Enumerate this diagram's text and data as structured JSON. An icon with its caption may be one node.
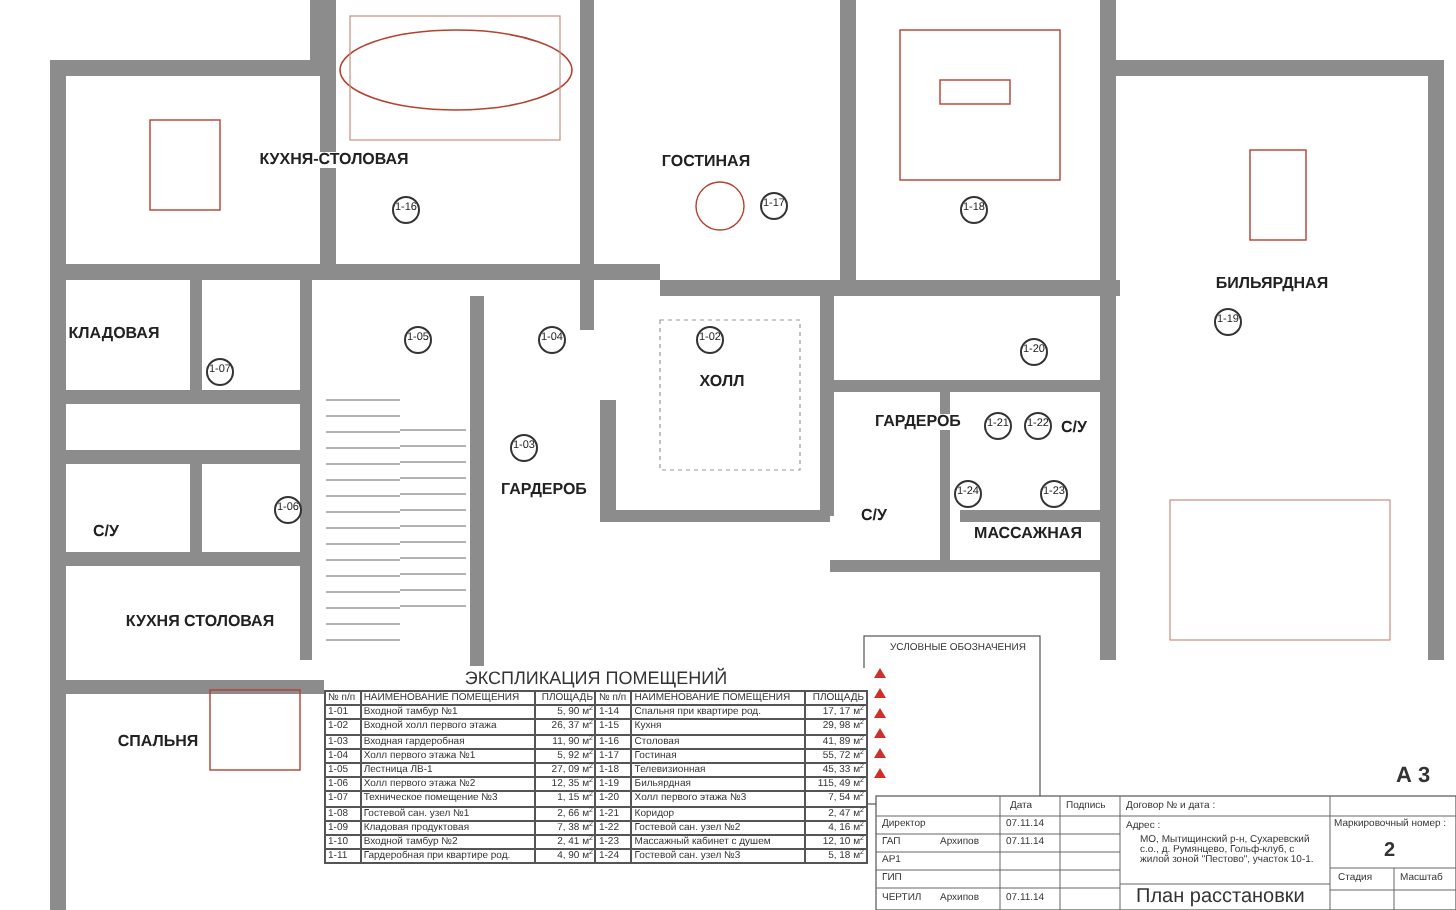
{
  "diagram": {
    "labels": [
      "КУХНЯ-СТОЛОВАЯ",
      "ГОСТИНАЯ",
      "БИЛЬЯРДНАЯ",
      "КЛАДОВАЯ",
      "ХОЛЛ",
      "ГАРДЕРОБ",
      "С/У",
      "ГАРДЕРОБ",
      "С/У",
      "С/У",
      "МАССАЖНАЯ",
      "КУХНЯ СТОЛОВАЯ",
      "СПАЛЬНЯ",
      "1-16",
      "1-17",
      "1-18",
      "1-19",
      "1-20",
      "1-05",
      "1-04",
      "1-02",
      "1-07",
      "1-03",
      "1-21",
      "1-22",
      "1-24",
      "1-23",
      "1-06",
      "ЭКСПЛИКАЦИЯ ПОМЕЩЕНИЙ",
      "№ п/п",
      "НАИМЕНОВАНИЕ ПОМЕЩЕНИЯ",
      "ПЛОЩАДЬ",
      "№ п/п",
      "НАИМЕНОВАНИЕ ПОМЕЩЕНИЯ",
      "ПЛОЩАДЬ",
      "1-01",
      "Входной тамбур №1",
      "5, 90 м$^{2}$",
      "1-14",
      "Спальня при квартире род.",
      "17, 17 м$^{2}$",
      "1-02",
      "Входной холл первого этажа",
      "26, 37 м$^{2}$",
      "1-15",
      "Кухня",
      "29, 98 м$^{2}$",
      "1-03",
      "Входная гардеробная",
      "11, 90 м$^{2}$",
      "1-16",
      "Столовая",
      "41, 89 м$^{2}$",
      "1-04",
      "Холл первого этажа №1",
      "5, 92 м$^{2}$",
      "1-17",
      "Гостиная",
      "55, 72 м$^{2}$",
      "1-05",
      "Лестница ЛВ-1",
      "27, 09 м$^{2}$",
      "1-18",
      "Телевизионная",
      "45, 33 м$^{2}$",
      "1-06",
      "Холл первого этажа №2",
      "12, 35 м$^{2}$",
      "1-19",
      "Бильярдная",
      "115, 49 м$^{2}$",
      "1-07",
      "Техническое помещение №3",
      "1, 15 м$^{2}$",
      "1-20",
      "Холл первого этажа №3",
      "7, 54 м$^{2}$",
      "1-08",
      "Гостевой сан. узел №1",
      "2, 66 м$^{2}$",
      "1-21",
      "Коридор",
      "2, 47 м$^{2}$",
      "1-09",
      "Кладовая продуктовая",
      "7, 38 м$^{2}$",
      "1-22",
      "Гостевой сан. узел №2",
      "4, 16 м$^{2}$",
      "1-10",
      "Входной тамбур №2",
      "2, 41 м$^{2}$",
      "1-23",
      "Массажный кабинет с душем",
      "12, 10 м$^{2}$",
      "1-11",
      "Гардеробная при квартире род.",
      "4, 90 м$^{2}$",
      "1-24",
      "Гостевой сан. узел №3",
      "5, 18 м$^{2}$",
      "УСЛОВНЫЕ ОБОЗНАЧЕНИЯ",
      "Директор",
      "ГАП",
      "АР1",
      "ГИП",
      "ЧЕРТИЛ",
      "Архипов",
      "Архипов",
      "Дата",
      "Подпись",
      "Договор № и дата :",
      "07.11.14",
      "07.11.14",
      "07.11.14",
      "Адрес :",
      "МО, Мытищинский р-н, Сухаревский с.о., д. Румянцево, Гольф-клуб, с жилой зоной \"Пестово\", участок 10-1.",
      "Маркировочный номер :",
      "2",
      "Стадия",
      "Масштаб",
      "План расстановки",
      "А 3"
    ]
  }
}
